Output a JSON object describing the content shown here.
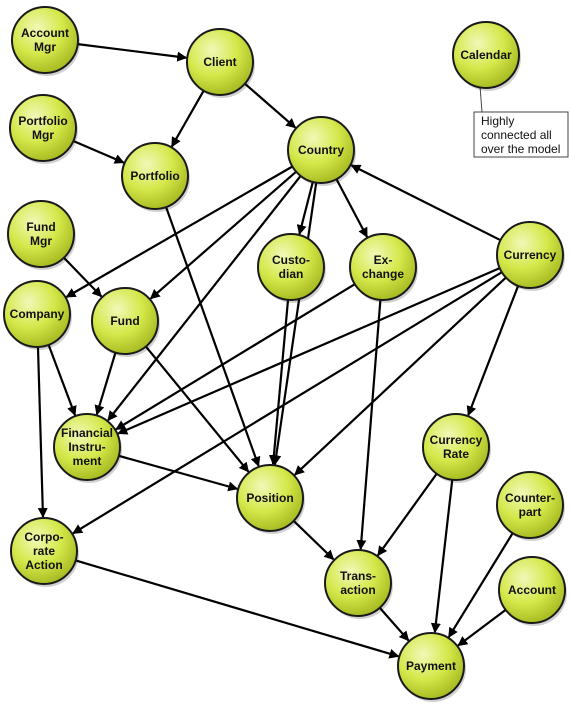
{
  "colors": {
    "node_fill": "#d4e84a",
    "node_fill_light": "#f1f8b8",
    "node_stroke": "#1a1a1a",
    "edge": "#000000",
    "note_border": "#444444",
    "background": "#ffffff"
  },
  "nodes": [
    {
      "id": "account_mgr",
      "lines": [
        "Account",
        "Mgr"
      ]
    },
    {
      "id": "client",
      "lines": [
        "Client"
      ]
    },
    {
      "id": "calendar",
      "lines": [
        "Calendar"
      ]
    },
    {
      "id": "portfolio_mgr",
      "lines": [
        "Portfolio",
        "Mgr"
      ]
    },
    {
      "id": "portfolio",
      "lines": [
        "Portfolio"
      ]
    },
    {
      "id": "country",
      "lines": [
        "Country"
      ]
    },
    {
      "id": "fund_mgr",
      "lines": [
        "Fund",
        "Mgr"
      ]
    },
    {
      "id": "custodian",
      "lines": [
        "Custo-",
        "dian"
      ]
    },
    {
      "id": "exchange",
      "lines": [
        "Ex-",
        "change"
      ]
    },
    {
      "id": "currency",
      "lines": [
        "Currency"
      ]
    },
    {
      "id": "company",
      "lines": [
        "Company"
      ]
    },
    {
      "id": "fund",
      "lines": [
        "Fund"
      ]
    },
    {
      "id": "financial_instrument",
      "lines": [
        "Financial",
        "Instru-",
        "ment"
      ]
    },
    {
      "id": "currency_rate",
      "lines": [
        "Currency",
        "Rate"
      ]
    },
    {
      "id": "position",
      "lines": [
        "Position"
      ]
    },
    {
      "id": "counterpart",
      "lines": [
        "Counter-",
        "part"
      ]
    },
    {
      "id": "corporate_action",
      "lines": [
        "Corpo-",
        "rate",
        "Action"
      ]
    },
    {
      "id": "transaction",
      "lines": [
        "Trans-",
        "action"
      ]
    },
    {
      "id": "account",
      "lines": [
        "Account"
      ]
    },
    {
      "id": "payment",
      "lines": [
        "Payment"
      ]
    }
  ],
  "edges": [
    {
      "from": "account_mgr",
      "to": "client"
    },
    {
      "from": "client",
      "to": "portfolio"
    },
    {
      "from": "client",
      "to": "country"
    },
    {
      "from": "portfolio_mgr",
      "to": "portfolio"
    },
    {
      "from": "portfolio",
      "to": "position"
    },
    {
      "from": "fund_mgr",
      "to": "fund"
    },
    {
      "from": "country",
      "to": "company"
    },
    {
      "from": "country",
      "to": "fund"
    },
    {
      "from": "country",
      "to": "financial_instrument"
    },
    {
      "from": "country",
      "to": "position"
    },
    {
      "from": "country",
      "to": "custodian"
    },
    {
      "from": "country",
      "to": "exchange"
    },
    {
      "from": "currency",
      "to": "country"
    },
    {
      "from": "currency",
      "to": "financial_instrument"
    },
    {
      "from": "currency",
      "to": "position"
    },
    {
      "from": "currency",
      "to": "corporate_action"
    },
    {
      "from": "currency",
      "to": "currency_rate"
    },
    {
      "from": "exchange",
      "to": "financial_instrument"
    },
    {
      "from": "exchange",
      "to": "transaction"
    },
    {
      "from": "custodian",
      "to": "position"
    },
    {
      "from": "company",
      "to": "financial_instrument"
    },
    {
      "from": "company",
      "to": "corporate_action"
    },
    {
      "from": "fund",
      "to": "financial_instrument"
    },
    {
      "from": "fund",
      "to": "position"
    },
    {
      "from": "financial_instrument",
      "to": "position"
    },
    {
      "from": "position",
      "to": "transaction"
    },
    {
      "from": "currency_rate",
      "to": "transaction"
    },
    {
      "from": "currency_rate",
      "to": "payment"
    },
    {
      "from": "transaction",
      "to": "payment"
    },
    {
      "from": "counterpart",
      "to": "payment"
    },
    {
      "from": "account",
      "to": "payment"
    },
    {
      "from": "corporate_action",
      "to": "payment"
    }
  ],
  "note": {
    "attached_to": "calendar",
    "lines": [
      "Highly",
      "connected all",
      "over the model"
    ]
  }
}
